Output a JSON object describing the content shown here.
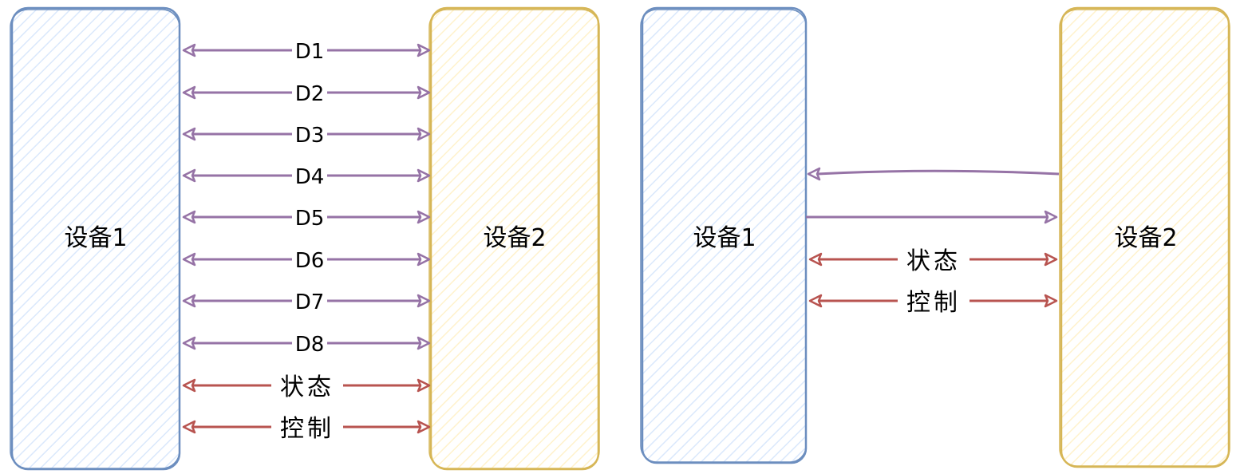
{
  "left_diagram": {
    "device_a": {
      "label": "设备1"
    },
    "device_b": {
      "label": "设备2"
    },
    "links": [
      {
        "label": "D1",
        "kind": "data",
        "direction": "both"
      },
      {
        "label": "D2",
        "kind": "data",
        "direction": "both"
      },
      {
        "label": "D3",
        "kind": "data",
        "direction": "both"
      },
      {
        "label": "D4",
        "kind": "data",
        "direction": "both"
      },
      {
        "label": "D5",
        "kind": "data",
        "direction": "both"
      },
      {
        "label": "D6",
        "kind": "data",
        "direction": "both"
      },
      {
        "label": "D7",
        "kind": "data",
        "direction": "both"
      },
      {
        "label": "D8",
        "kind": "data",
        "direction": "both"
      },
      {
        "label": "状态",
        "kind": "control",
        "direction": "both"
      },
      {
        "label": "控制",
        "kind": "control",
        "direction": "both"
      }
    ]
  },
  "right_diagram": {
    "device_a": {
      "label": "设备1"
    },
    "device_b": {
      "label": "设备2"
    },
    "links": [
      {
        "label": "",
        "kind": "data",
        "direction": "to-device-1"
      },
      {
        "label": "",
        "kind": "data",
        "direction": "to-device-2"
      },
      {
        "label": "状态",
        "kind": "control",
        "direction": "both"
      },
      {
        "label": "控制",
        "kind": "control",
        "direction": "both"
      }
    ]
  },
  "colors": {
    "device_1_fill": "#dae8fc",
    "device_1_stroke": "#6c8ebf",
    "device_2_fill": "#fff2cc",
    "device_2_stroke": "#d6b656",
    "data_line": "#9673a6",
    "control_line": "#b85450"
  }
}
